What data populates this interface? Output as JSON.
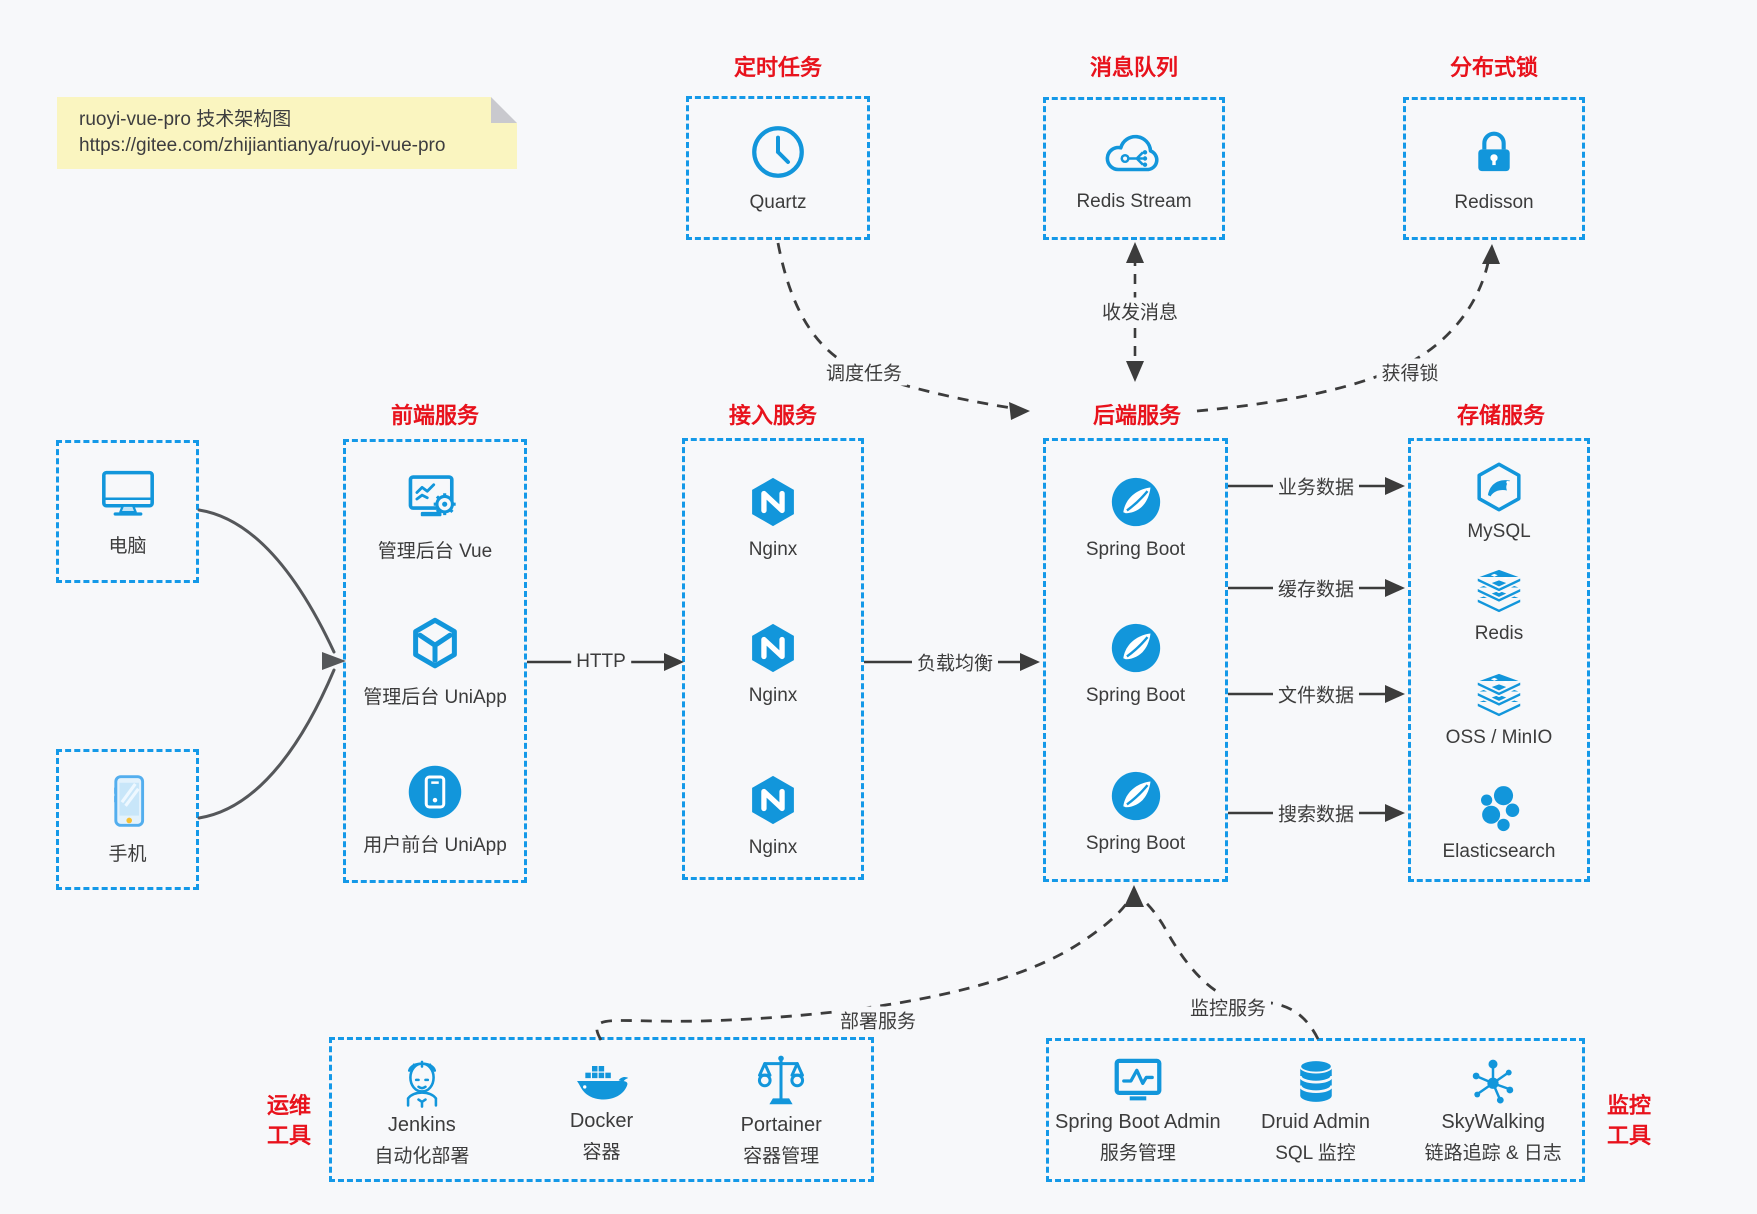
{
  "note": {
    "line1": "ruoyi-vue-pro 技术架构图",
    "line2": "https://gitee.com/zhijiantianya/ruoyi-vue-pro"
  },
  "top_groups": [
    {
      "title": "定时任务",
      "label": "Quartz",
      "icon": "clock-icon"
    },
    {
      "title": "消息队列",
      "label": "Redis Stream",
      "icon": "cloud-stream-icon"
    },
    {
      "title": "分布式锁",
      "label": "Redisson",
      "icon": "lock-icon"
    }
  ],
  "clients": [
    {
      "label": "电脑",
      "icon": "desktop-icon"
    },
    {
      "label": "手机",
      "icon": "phone-icon"
    }
  ],
  "frontend": {
    "title": "前端服务",
    "items": [
      {
        "label": "管理后台 Vue"
      },
      {
        "label": "管理后台 UniApp"
      },
      {
        "label": "用户前台 UniApp"
      }
    ]
  },
  "gateway": {
    "title": "接入服务",
    "items": [
      {
        "label": "Nginx"
      },
      {
        "label": "Nginx"
      },
      {
        "label": "Nginx"
      }
    ]
  },
  "backend": {
    "title": "后端服务",
    "items": [
      {
        "label": "Spring Boot"
      },
      {
        "label": "Spring Boot"
      },
      {
        "label": "Spring Boot"
      }
    ]
  },
  "storage": {
    "title": "存储服务",
    "items": [
      {
        "label": "MySQL"
      },
      {
        "label": "Redis"
      },
      {
        "label": "OSS / MinIO"
      },
      {
        "label": "Elasticsearch"
      }
    ]
  },
  "ops": {
    "title_line1": "运维",
    "title_line2": "工具",
    "items": [
      {
        "name": "Jenkins",
        "sub": "自动化部署"
      },
      {
        "name": "Docker",
        "sub": "容器"
      },
      {
        "name": "Portainer",
        "sub": "容器管理"
      }
    ]
  },
  "monitoring": {
    "title_line1": "监控",
    "title_line2": "工具",
    "items": [
      {
        "name": "Spring Boot Admin",
        "sub": "服务管理"
      },
      {
        "name": "Druid Admin",
        "sub": "SQL 监控"
      },
      {
        "name": "SkyWalking",
        "sub": "链路追踪 & 日志"
      }
    ]
  },
  "edges": {
    "http": "HTTP",
    "load_balance": "负载均衡",
    "schedule": "调度任务",
    "messaging": "收发消息",
    "lock": "获得锁",
    "business_data": "业务数据",
    "cache_data": "缓存数据",
    "file_data": "文件数据",
    "search_data": "搜索数据",
    "deploy": "部署服务",
    "monitor": "监控服务"
  },
  "colors": {
    "accent_blue": "#1296db",
    "border_blue": "#1499e8",
    "title_red": "#e8121c",
    "text_dark": "#3c3c3c",
    "note_bg": "#faf5c0"
  }
}
